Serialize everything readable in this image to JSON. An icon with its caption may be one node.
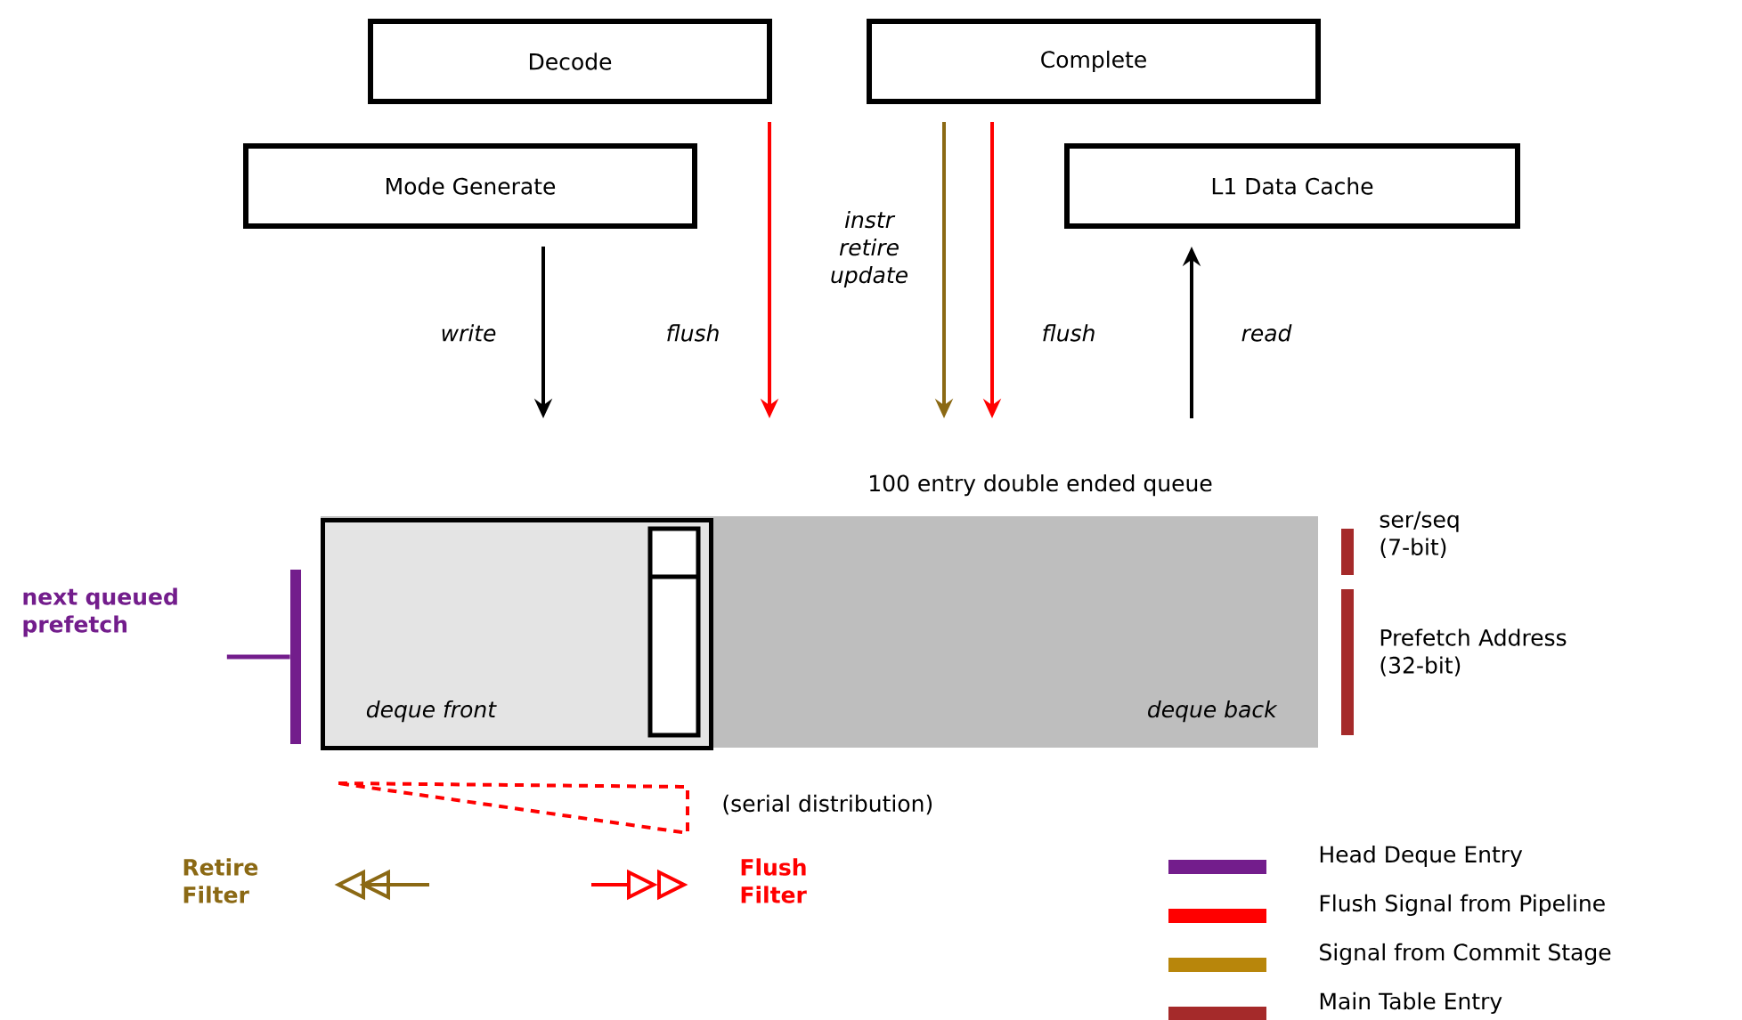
{
  "diagram": {
    "nodes": [
      {
        "text": [
          "Decode"
        ]
      },
      {
        "text": [
          "Complete"
        ]
      },
      {
        "text": [
          "Mode Generate"
        ]
      },
      {
        "text": [
          "L1 Data Cache"
        ]
      },
      {
        "text": [
          "100 entry double ended queue"
        ]
      },
      {
        "text": [
          "deque front"
        ],
        "in": 4
      },
      {
        "text": [
          "deque back"
        ],
        "in": 4
      },
      {
        "text": [
          "next queued prefetch"
        ]
      },
      {
        "text": [],
        "shape": "bar"
      }
    ],
    "edges": [
      {
        "from": 2,
        "to": 4,
        "arrow": "to",
        "label": "write"
      },
      {
        "from": 0,
        "to": 4,
        "arrow": "to",
        "label": "flush",
        "color": "#ff0000"
      },
      {
        "from": 1,
        "to": 4,
        "arrow": "to",
        "label": "instr retire update",
        "color": "#8b6914"
      },
      {
        "from": 1,
        "to": 4,
        "arrow": "to",
        "label": "flush",
        "color": "#ff0000"
      },
      {
        "from": 4,
        "to": 3,
        "arrow": "to",
        "label": "read"
      },
      {
        "from": 7,
        "to": 8,
        "arrow": "none",
        "color": "#731d8c"
      }
    ],
    "labels": [
      "ser/seq (7-bit)",
      "Prefetch Address (32-bit)",
      "(serial distribution)",
      "Retire Filter",
      "Flush Filter"
    ],
    "legend": [
      {
        "text": "Head Deque Entry",
        "color": "#731d8c"
      },
      {
        "text": "Flush Signal from Pipeline",
        "color": "#ff0000"
      },
      {
        "text": "Signal from Commit Stage",
        "color": "#b8860b"
      },
      {
        "text": "Main Table Entry",
        "color": "#a52a2a"
      }
    ]
  }
}
